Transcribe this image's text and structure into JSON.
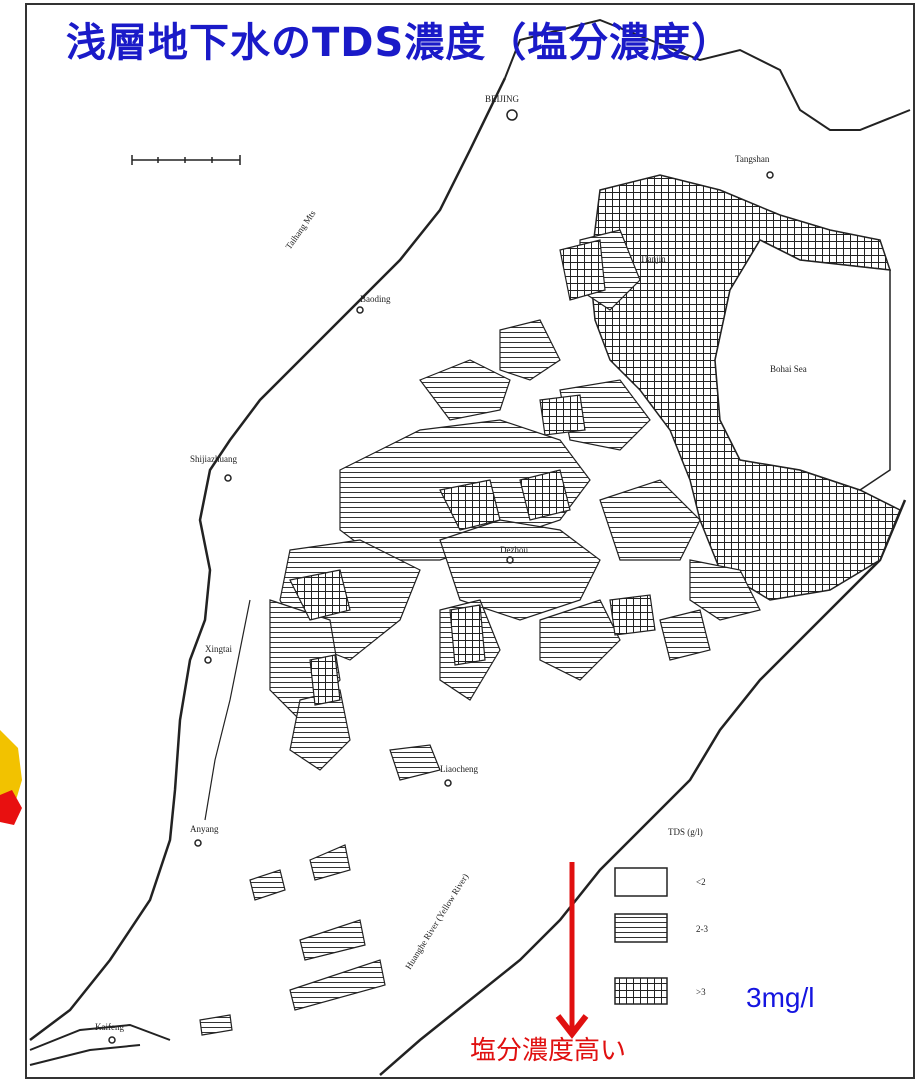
{
  "title": "浅層地下水のTDS濃度（塩分濃度）",
  "annotations": {
    "threshold": "3mg/l",
    "direction": "塩分濃度高い"
  },
  "places": {
    "beijing": "BEIJING",
    "tianjin": "Tianjin",
    "baoding": "Baoding",
    "shijiazhuang": "Shijiazhuang",
    "xingtai": "Xingtai",
    "anyang": "Anyang",
    "dezhou": "Dezhou",
    "liaocheng": "Liaocheng",
    "kaifeng": "Kaifeng",
    "bohai_sea": "Bohai Sea",
    "tangshan": "Tangshan",
    "taihang": "Taihang Mts",
    "yellow_river": "Huanghe River (Yellow River)"
  },
  "legend": {
    "title": "TDS (g/l)",
    "items": [
      {
        "label": "<2",
        "pattern": "blank"
      },
      {
        "label": "2-3",
        "pattern": "horizontal-lines"
      },
      {
        "label": ">3",
        "pattern": "grid"
      }
    ]
  },
  "colors": {
    "title": "#1a1ac8",
    "threshold_text": "#1515e0",
    "arrow": "#e01010",
    "ink": "#222222"
  }
}
